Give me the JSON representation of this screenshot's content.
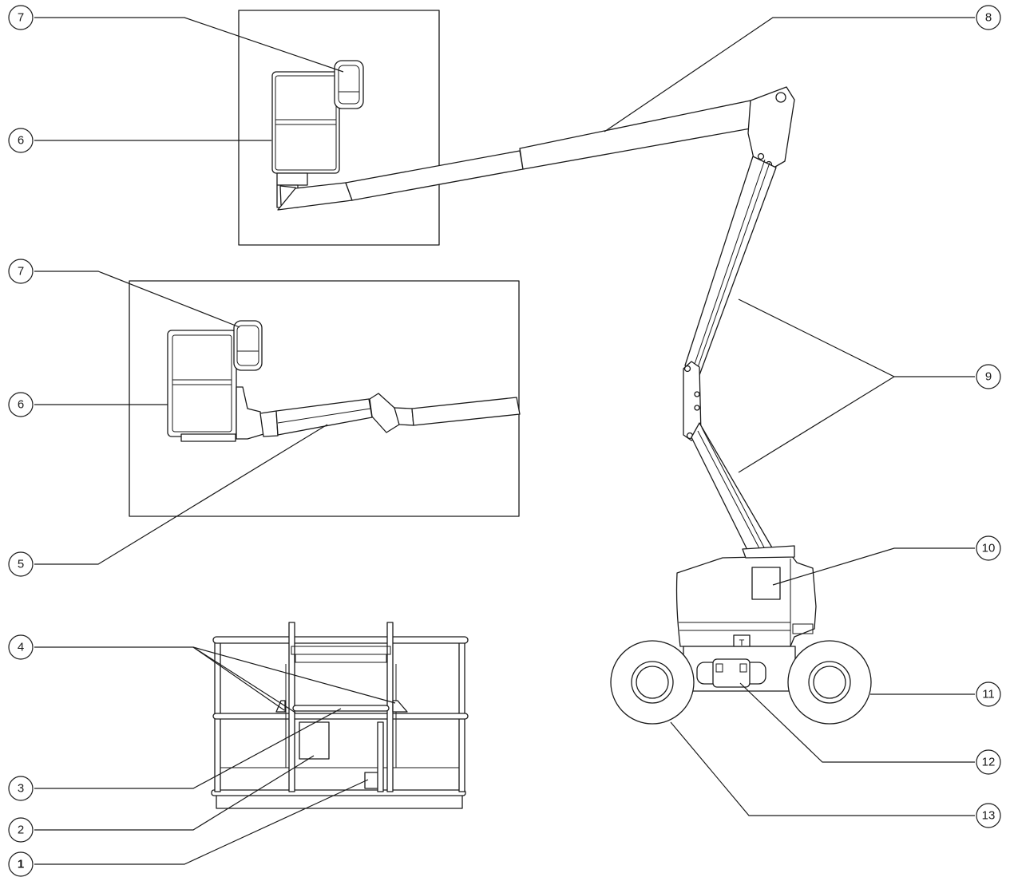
{
  "callouts": {
    "c7a": "7",
    "c6a": "6",
    "c7b": "7",
    "c6b": "6",
    "c5": "5",
    "c4": "4",
    "c3": "3",
    "c2": "2",
    "c1": "1",
    "c8": "8",
    "c9": "9",
    "c10": "10",
    "c11": "11",
    "c12": "12",
    "c13": "13"
  },
  "colors": {
    "line": "#1a1a1a",
    "background": "#ffffff"
  }
}
